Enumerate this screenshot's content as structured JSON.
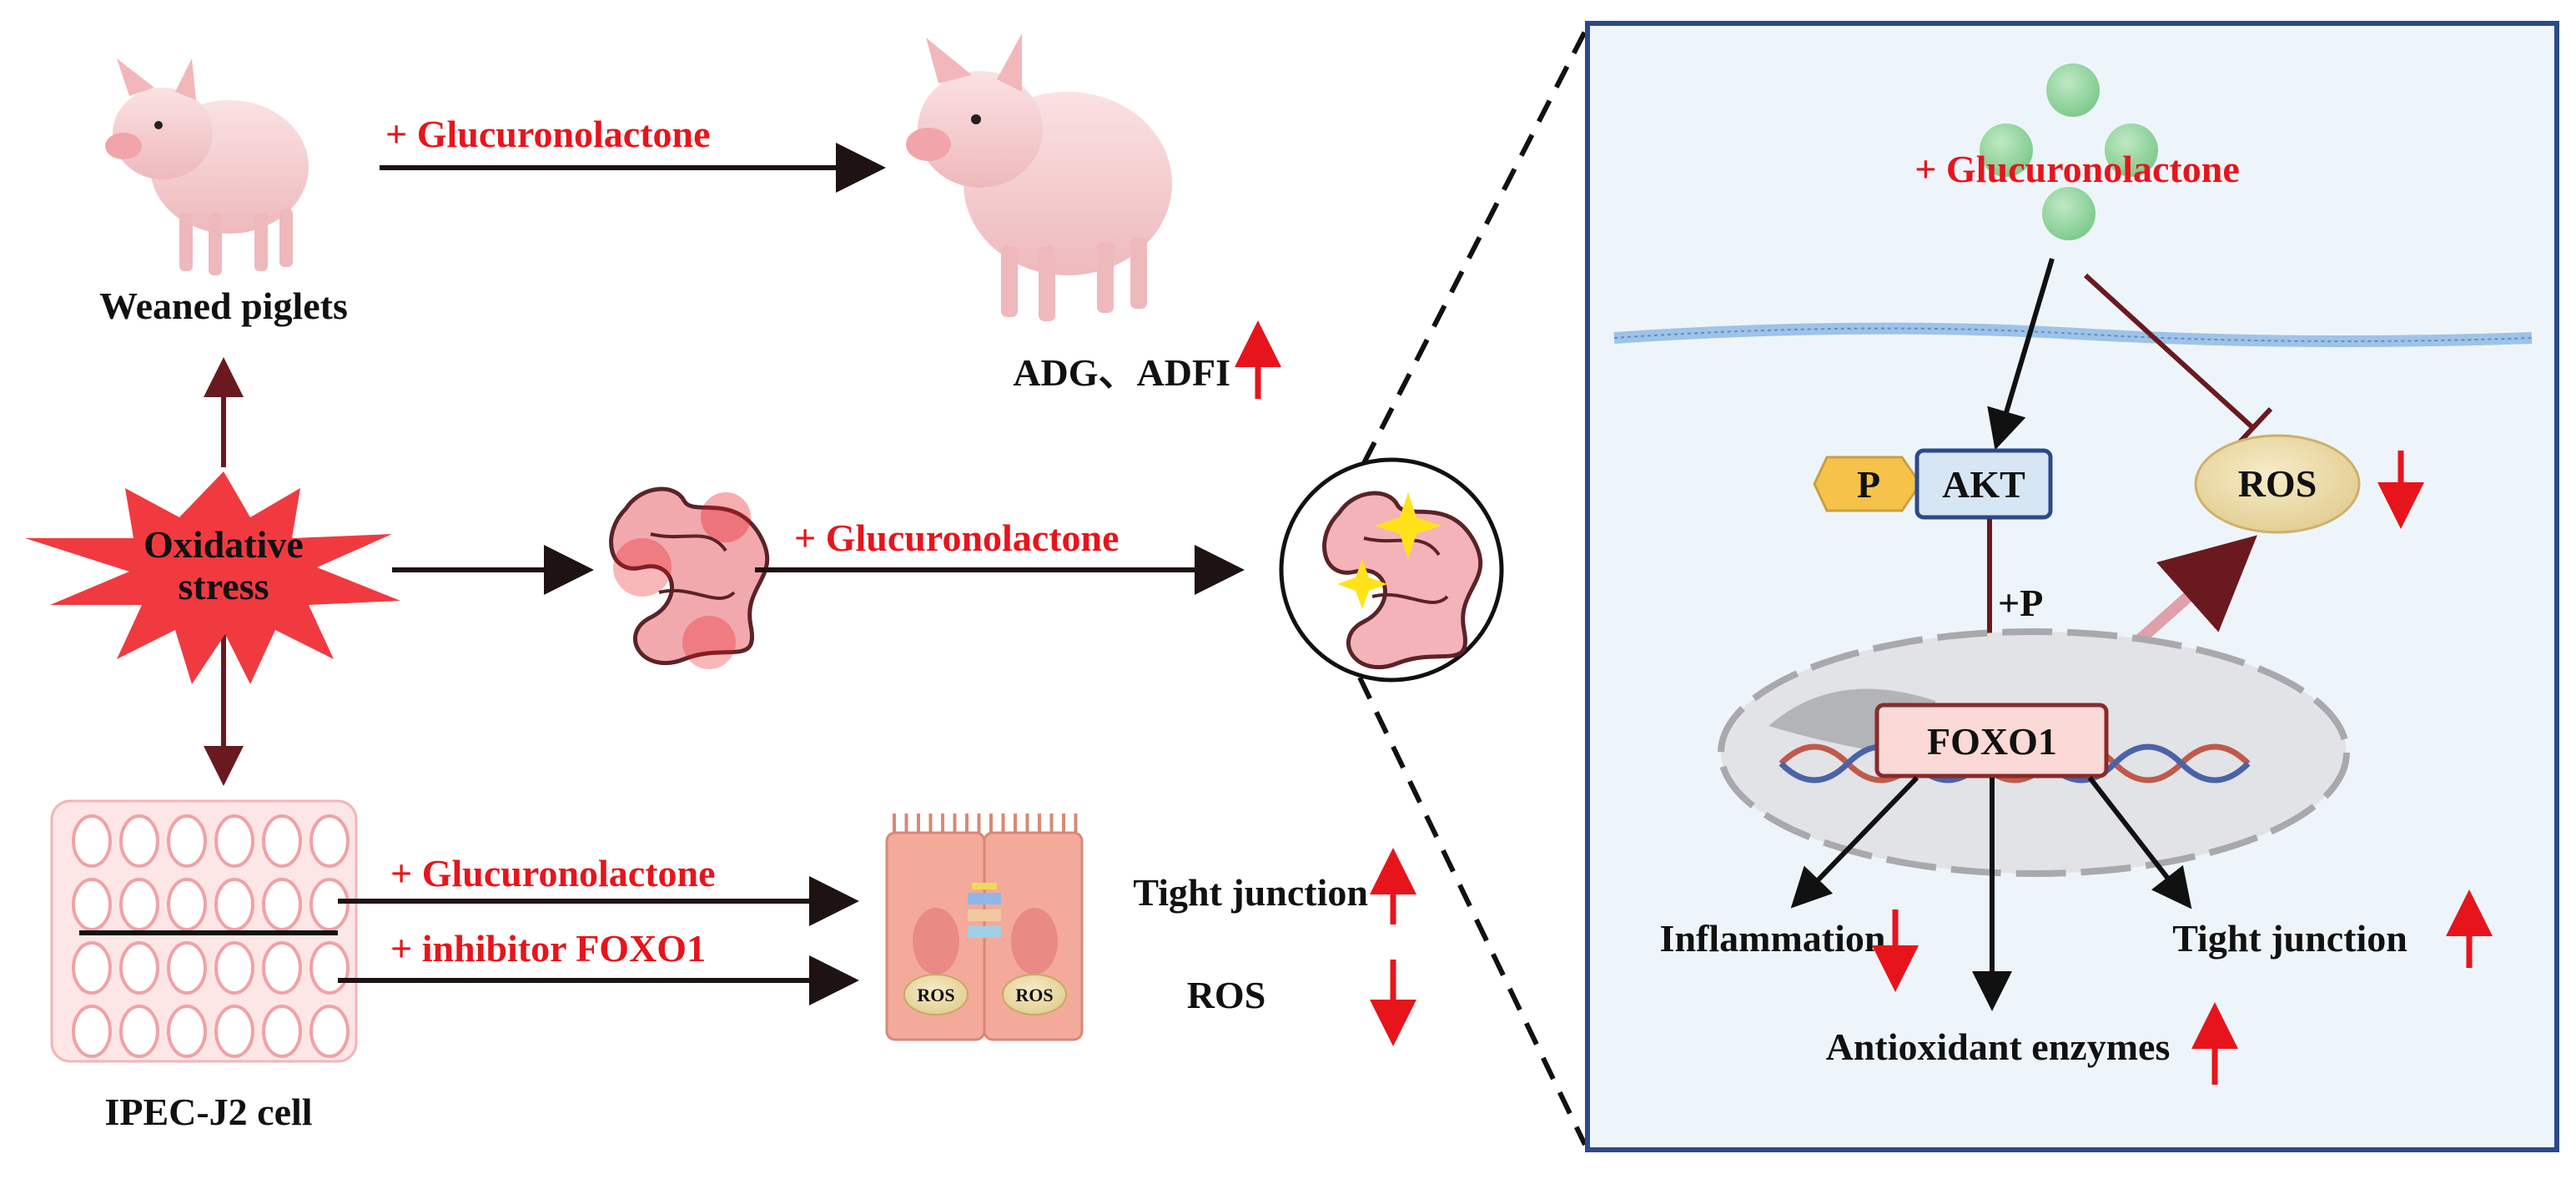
{
  "colors": {
    "red": "#e8141c",
    "dark_arrow": "#3a1414",
    "panel_border": "#2b4a8a",
    "panel_bg": "#eef5fa",
    "burst": "#f03a40",
    "intestine": "#f0a6ac",
    "green_dot": "#8fd39a",
    "akt_box": "#d7e6f4",
    "foxo_box": "#fbd9d6",
    "phospho_tag": "#f7c24a"
  },
  "icons": {
    "piglet": "piglet-icon",
    "burst": "starburst-icon",
    "intestine": "intestine-icon",
    "cell_plate": "well-plate-icon",
    "epithelium": "epithelial-cells-icon",
    "membrane": "cell-membrane-icon",
    "nucleus": "nucleus-icon",
    "dna": "dna-helix-icon",
    "ros_vesicle": "ros-vesicle-icon"
  },
  "left": {
    "weaned_piglets": "Weaned piglets",
    "glucuronolactone_top": "+ Glucuronolactone",
    "adg_adfi": "ADG、ADFI",
    "oxidative_stress_line1": "Oxidative",
    "oxidative_stress_line2": "stress",
    "glucuronolactone_mid": "+ Glucuronolactone",
    "glucuronolactone_low": "+ Glucuronolactone",
    "inhibitor_foxo1": "+ inhibitor FOXO1",
    "ipec_label": "IPEC-J2 cell",
    "tight_junction": "Tight junction",
    "ros": "ROS",
    "ros_cell_1": "ROS",
    "ros_cell_2": "ROS"
  },
  "panel": {
    "glucuronolactone": "+ Glucuronolactone",
    "phospho_tag": "P",
    "akt": "AKT",
    "ros": "ROS",
    "plus_p": "+P",
    "foxo1": "FOXO1",
    "inflammation": "Inflammation",
    "tight_junction": "Tight junction",
    "antioxidant_enzymes": "Antioxidant enzymes"
  }
}
